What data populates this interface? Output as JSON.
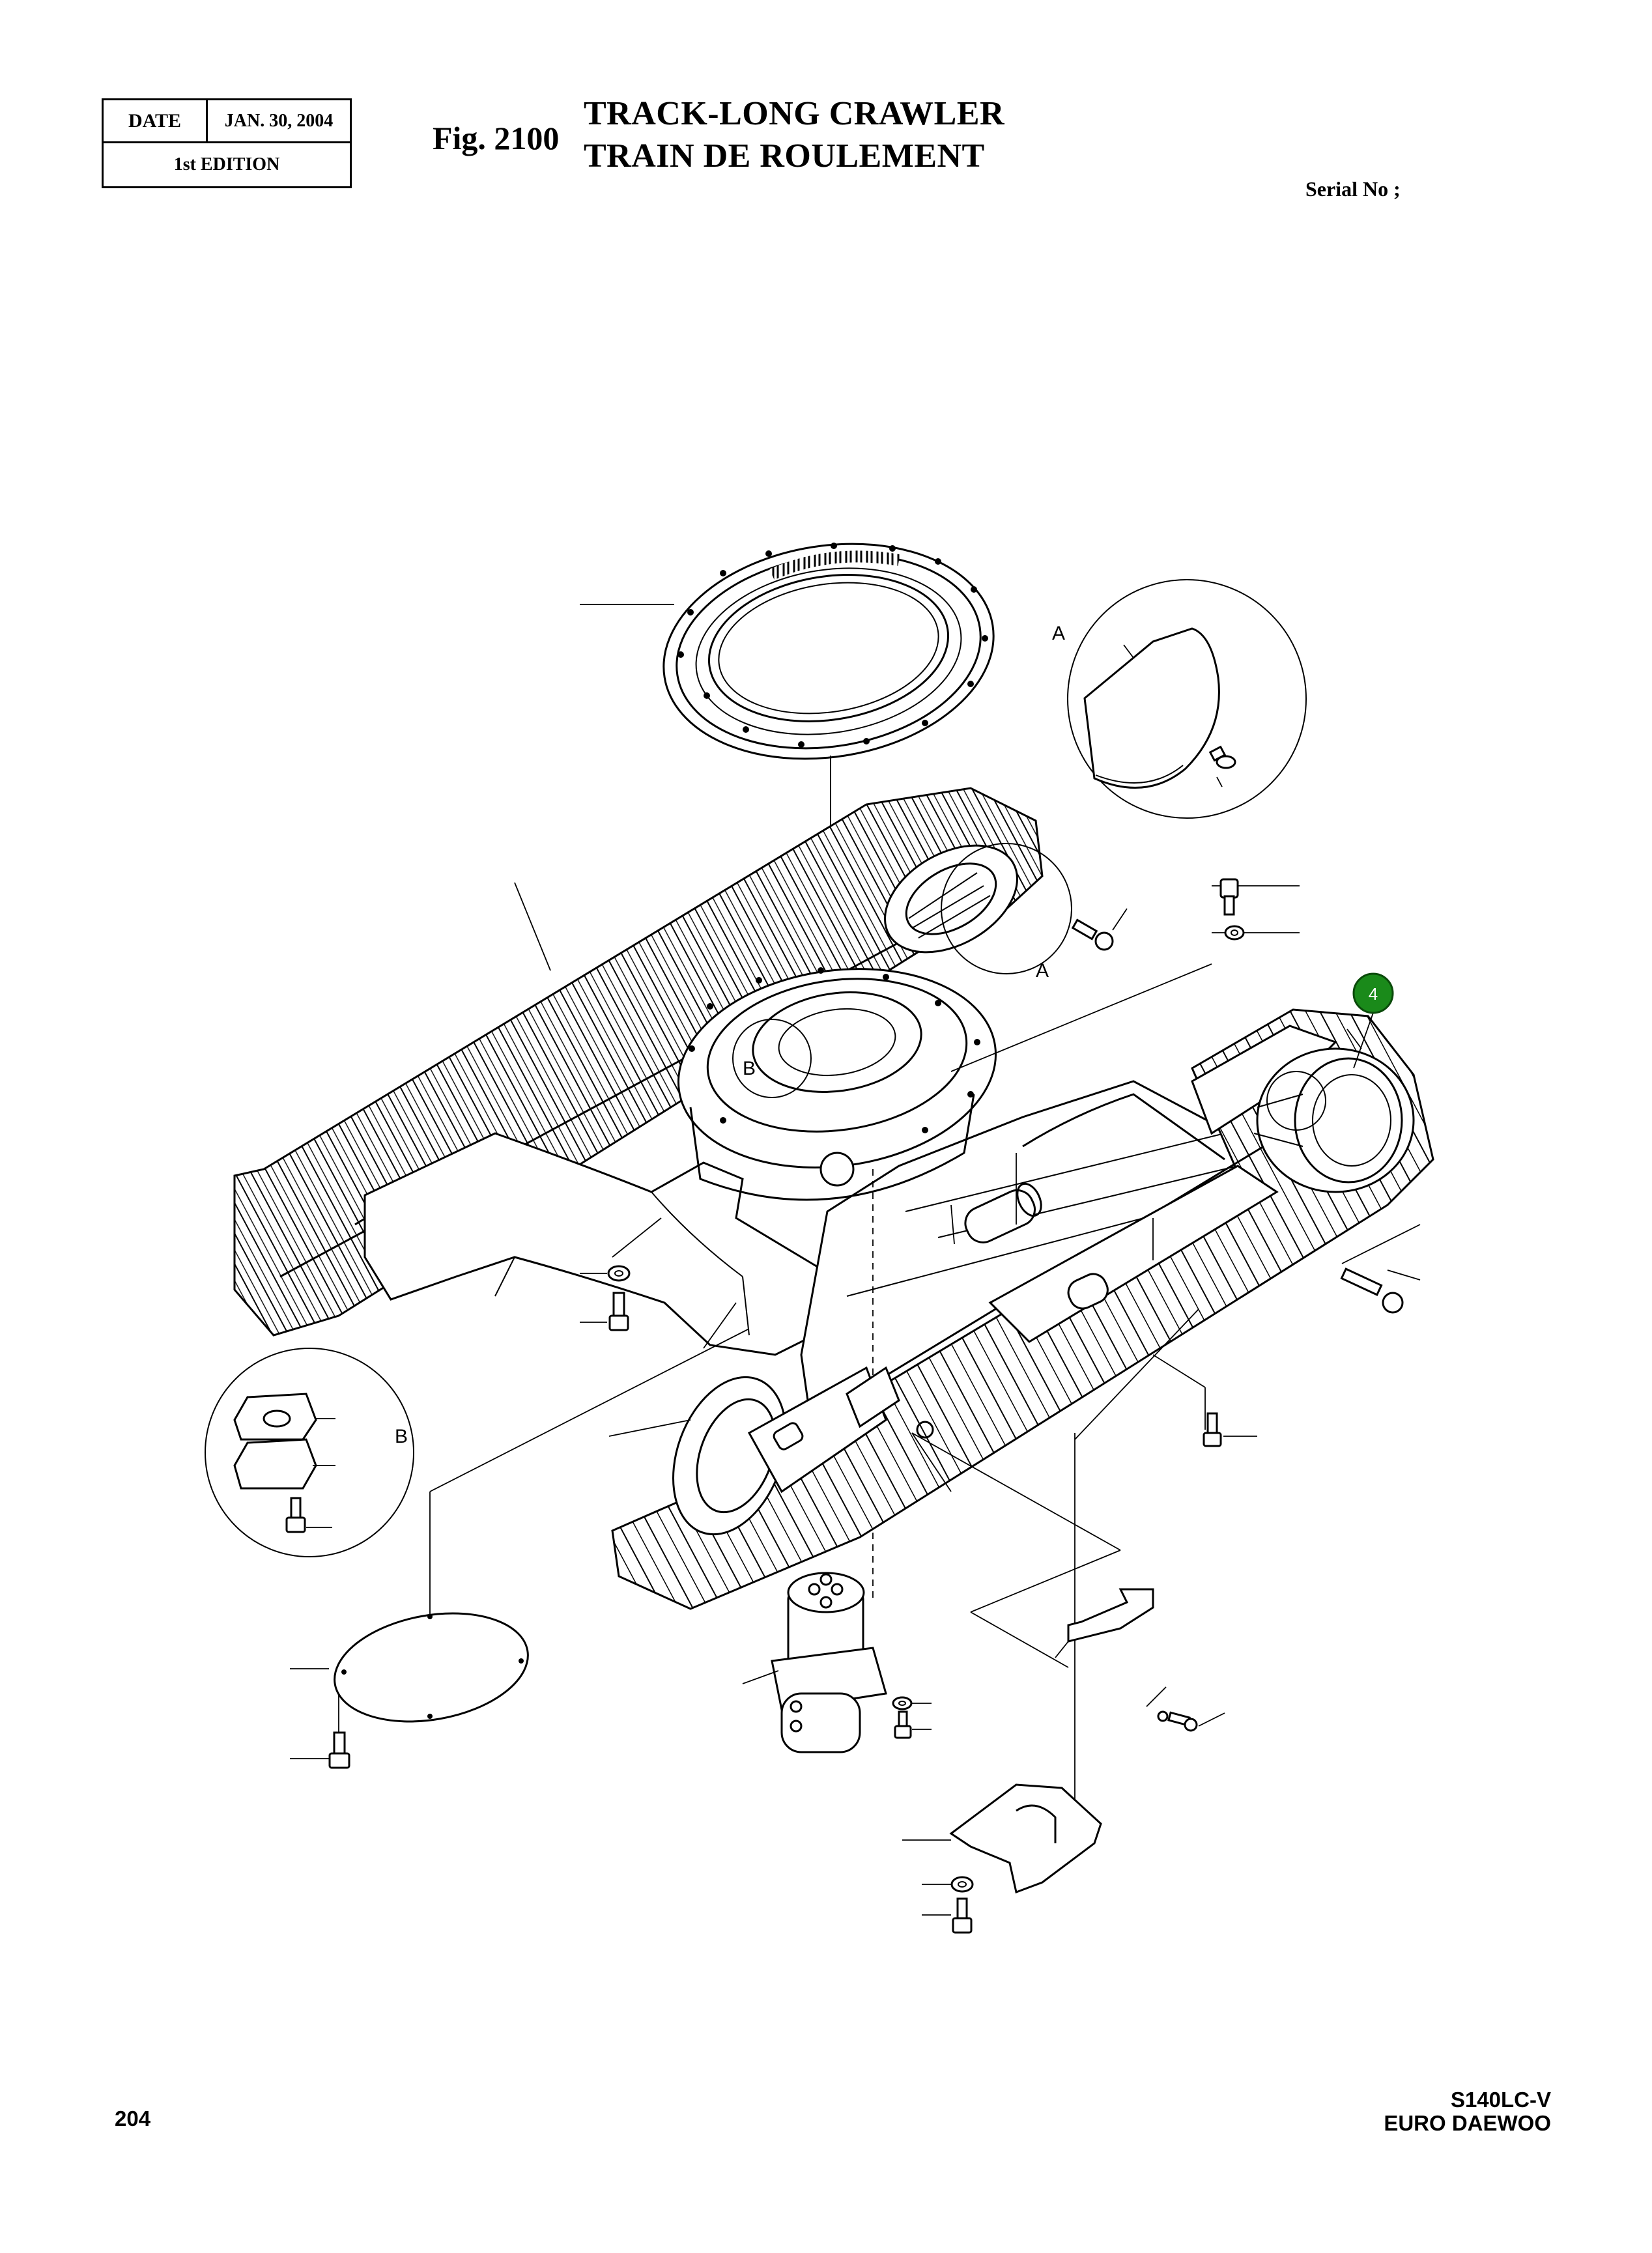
{
  "header": {
    "date_label": "DATE",
    "date_value": "JAN. 30, 2004",
    "edition": "1st EDITION",
    "fig_number": "Fig. 2100",
    "title_en": "TRACK-LONG CRAWLER",
    "title_fr": "TRAIN DE ROULEMENT",
    "serial_label": "Serial No ;"
  },
  "diagram": {
    "detail_labels": {
      "a_detail": "A",
      "a_main": "A",
      "b_main": "B",
      "b_detail": "B"
    },
    "callout": {
      "number": "4",
      "color": "#1a8a1a"
    }
  },
  "footer": {
    "page_number": "204",
    "model": "S140LC-V",
    "brand": "EURO DAEWOO"
  }
}
